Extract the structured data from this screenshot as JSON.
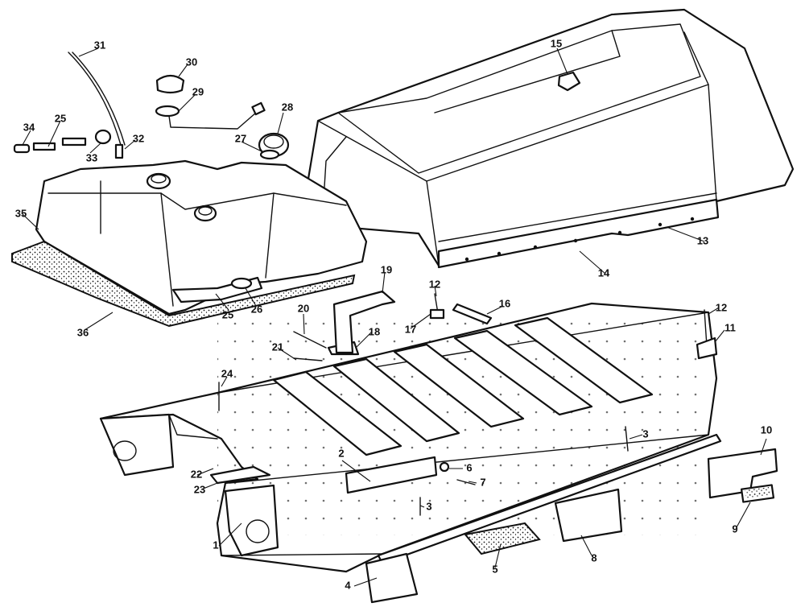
{
  "diagram": {
    "type": "exploded-parts-view",
    "callouts": [
      "1",
      "2",
      "3",
      "3",
      "4",
      "5",
      "6",
      "7",
      "8",
      "9",
      "10",
      "11",
      "12",
      "12",
      "13",
      "14",
      "15",
      "16",
      "17",
      "18",
      "19",
      "20",
      "21",
      "22",
      "23",
      "24",
      "25",
      "25",
      "26",
      "27",
      "28",
      "29",
      "30",
      "31",
      "32",
      "33",
      "34",
      "35",
      "36"
    ]
  },
  "colors": {
    "ink": "#111111",
    "paper": "#ffffff"
  }
}
